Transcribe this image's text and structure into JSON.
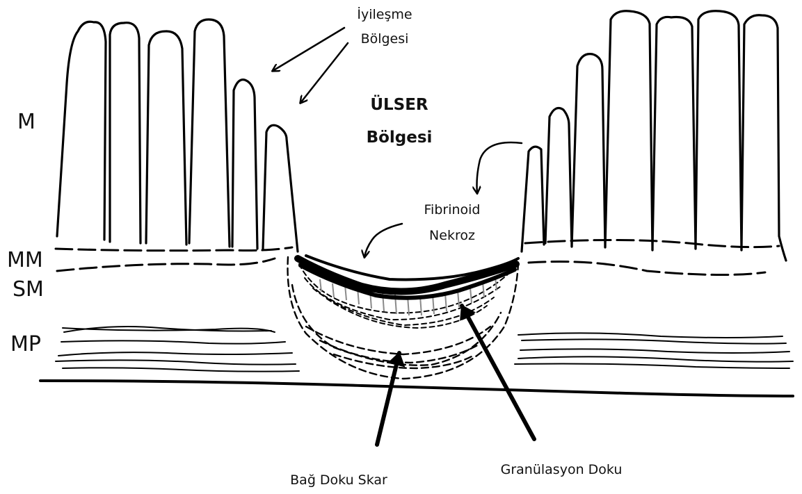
{
  "layers": {
    "m": "M",
    "mm": "MM",
    "sm": "SM",
    "mp": "MP"
  },
  "labels": {
    "healing_line1": "İyileşme",
    "healing_line2": "Bölgesi",
    "ulcer_line1": "ÜLSER",
    "ulcer_line2": "Bölgesi",
    "fibrinoid_line1": "Fibrinoid",
    "fibrinoid_line2": "Nekroz",
    "scar": "Bağ Doku Skar",
    "granulation": "Granülasyon Doku"
  },
  "colors": {
    "ink": "#000000",
    "granulation_dash": "#8a8a8a",
    "background": "#ffffff"
  }
}
